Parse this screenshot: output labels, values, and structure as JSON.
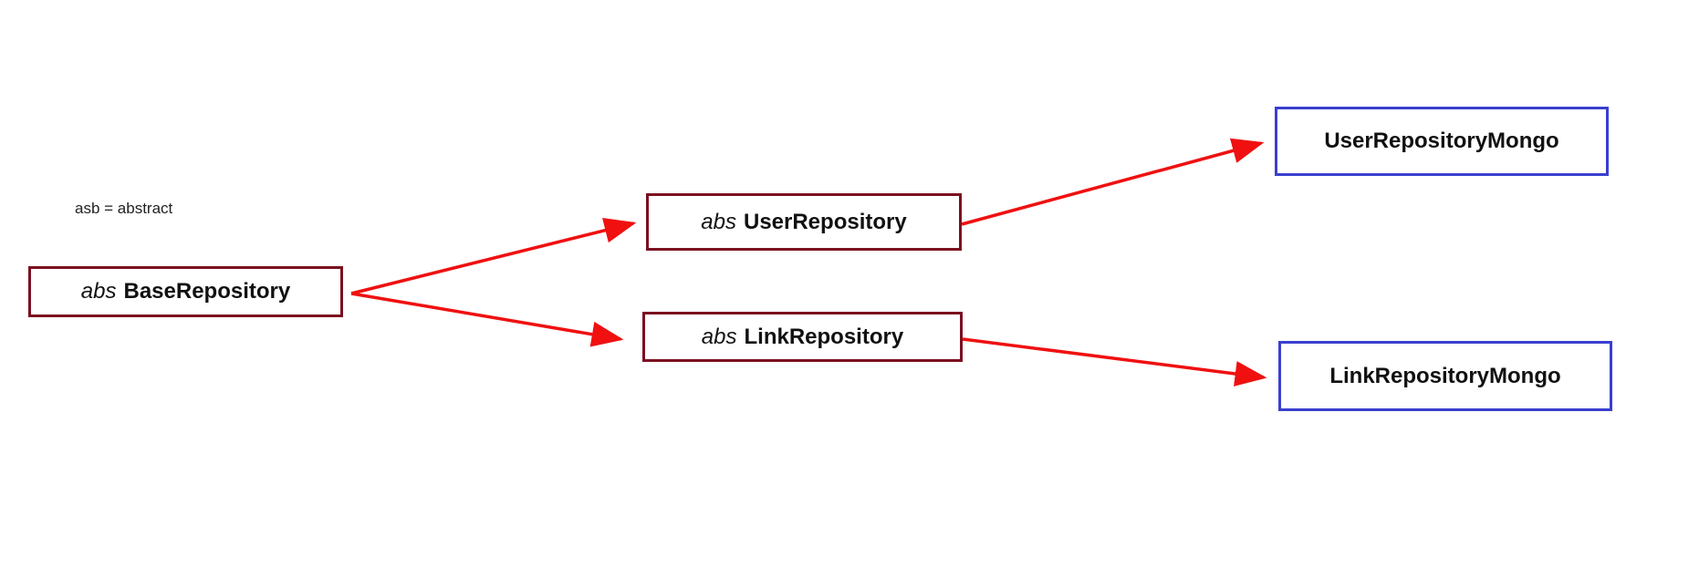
{
  "legend": {
    "text": "asb = abstract"
  },
  "nodes": {
    "base": {
      "keyword": "abs",
      "name": "BaseRepository"
    },
    "user": {
      "keyword": "abs",
      "name": "UserRepository"
    },
    "link": {
      "keyword": "abs",
      "name": "LinkRepository"
    },
    "user_mongo": {
      "name": "UserRepositoryMongo"
    },
    "link_mongo": {
      "name": "LinkRepositoryMongo"
    }
  },
  "edges": [
    {
      "from": "BaseRepository",
      "to": "UserRepository"
    },
    {
      "from": "BaseRepository",
      "to": "LinkRepository"
    },
    {
      "from": "UserRepository",
      "to": "UserRepositoryMongo"
    },
    {
      "from": "LinkRepository",
      "to": "LinkRepositoryMongo"
    }
  ],
  "colors": {
    "arrow": "#f01010",
    "abstract_border": "#7b1020",
    "concrete_border": "#3b3fcf"
  }
}
